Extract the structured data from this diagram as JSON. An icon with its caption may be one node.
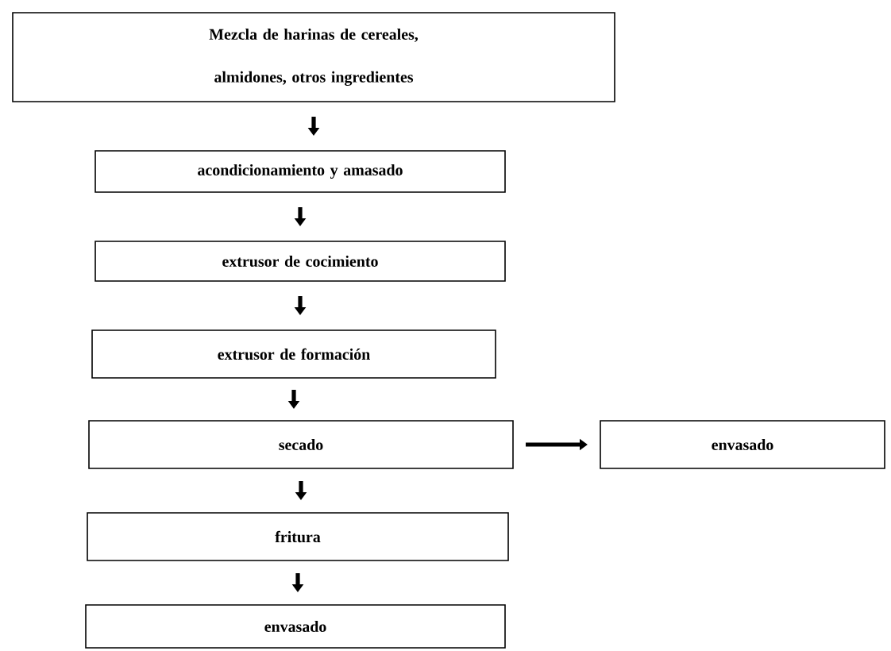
{
  "diagram": {
    "nodes": [
      {
        "text": [
          "Mezcla de harinas de cereales, almidones, otros ingredientes"
        ]
      },
      {
        "text": [
          "acondicionamiento y amasado"
        ]
      },
      {
        "text": [
          "extrusor de cocimiento"
        ]
      },
      {
        "text": [
          "extrusor de formación"
        ]
      },
      {
        "text": [
          "secado"
        ]
      },
      {
        "text": [
          "envasado"
        ]
      },
      {
        "text": [
          "fritura"
        ]
      },
      {
        "text": [
          "envasado"
        ]
      }
    ],
    "edges": [
      {
        "from": 0,
        "to": 1,
        "arrow": "to"
      },
      {
        "from": 1,
        "to": 2,
        "arrow": "to"
      },
      {
        "from": 2,
        "to": 3,
        "arrow": "to"
      },
      {
        "from": 3,
        "to": 4,
        "arrow": "to"
      },
      {
        "from": 4,
        "to": 5,
        "arrow": "to"
      },
      {
        "from": 4,
        "to": 6,
        "arrow": "to"
      },
      {
        "from": 6,
        "to": 7,
        "arrow": "to"
      }
    ]
  }
}
